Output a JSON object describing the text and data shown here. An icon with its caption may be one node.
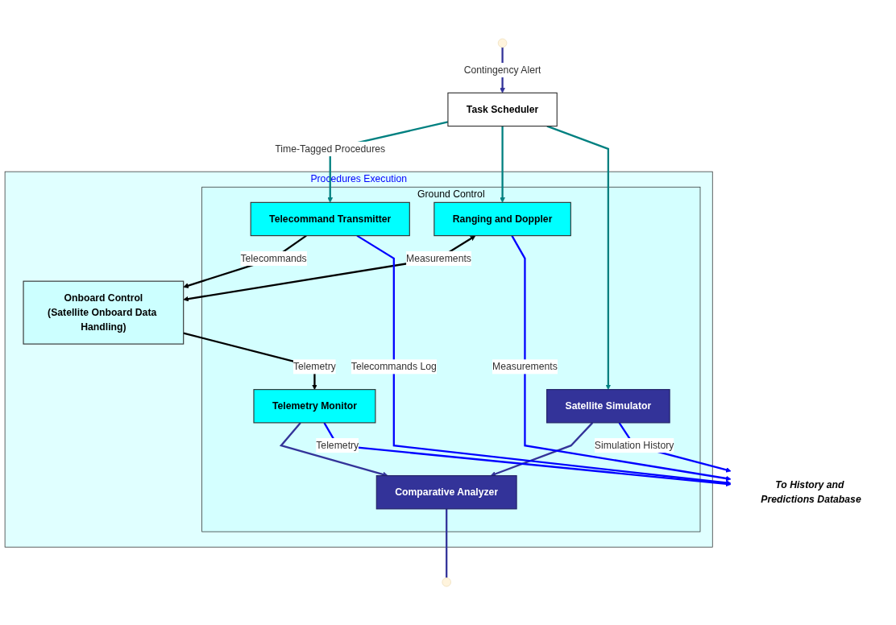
{
  "diagram": {
    "nodes": [
      {
        "text": [
          "Procedures Execution"
        ]
      },
      {
        "text": [
          "Ground Control"
        ],
        "in": 0
      },
      {
        "text": [
          "Task Scheduler"
        ]
      },
      {
        "text": [
          "Telemetry Monitor"
        ],
        "in": 1
      },
      {
        "text": [
          "Telecommand Transmitter"
        ],
        "in": 1
      },
      {
        "text": [
          "Ranging and Doppler"
        ],
        "in": 1
      },
      {
        "text": [
          "Comparative Analyzer"
        ],
        "in": 1
      },
      {
        "text": [
          "Satellite Simulator"
        ],
        "in": 1
      },
      {
        "text": [
          "Onboard Control",
          "(Satellite Onboard Data Handling)"
        ],
        "in": 0
      },
      {
        "text": [
          "To History and Predictions Database"
        ]
      }
    ],
    "edges": [
      {
        "from": null,
        "to": 2,
        "arrow": "to",
        "label": "Contingency Alert",
        "color": "#333399"
      },
      {
        "from": 2,
        "to": 4,
        "arrow": "to",
        "label": "Time-Tagged Procedures",
        "color": "#008080"
      },
      {
        "from": 2,
        "to": 5,
        "arrow": "to",
        "color": "#008080"
      },
      {
        "from": 2,
        "to": 7,
        "arrow": "to",
        "color": "#008080"
      },
      {
        "from": 3,
        "to": 6,
        "arrow": "to",
        "color": "#333399"
      },
      {
        "from": 7,
        "to": 6,
        "arrow": "to",
        "color": "#333399"
      },
      {
        "from": 6,
        "to": null,
        "arrow": "none",
        "color": "#333399"
      },
      {
        "from": 8,
        "to": 3,
        "arrow": "to",
        "label": "Telemetry",
        "color": "#000000"
      },
      {
        "from": 4,
        "to": 8,
        "arrow": "to",
        "label": "Telecommands",
        "color": "#000000"
      },
      {
        "from": 5,
        "to": 8,
        "arrow": "both",
        "label": "Measurements",
        "color": "#000000"
      },
      {
        "from": 3,
        "to": 9,
        "arrow": "to",
        "label": "Telemetry",
        "color": "#0000ff"
      },
      {
        "from": 4,
        "to": 9,
        "arrow": "to",
        "label": "Telecommands Log",
        "color": "#0000ff"
      },
      {
        "from": 5,
        "to": 9,
        "arrow": "to",
        "label": "Measurements",
        "color": "#0000ff"
      },
      {
        "from": 7,
        "to": 9,
        "arrow": "to",
        "label": "Simulation History",
        "color": "#0000ff"
      }
    ]
  }
}
